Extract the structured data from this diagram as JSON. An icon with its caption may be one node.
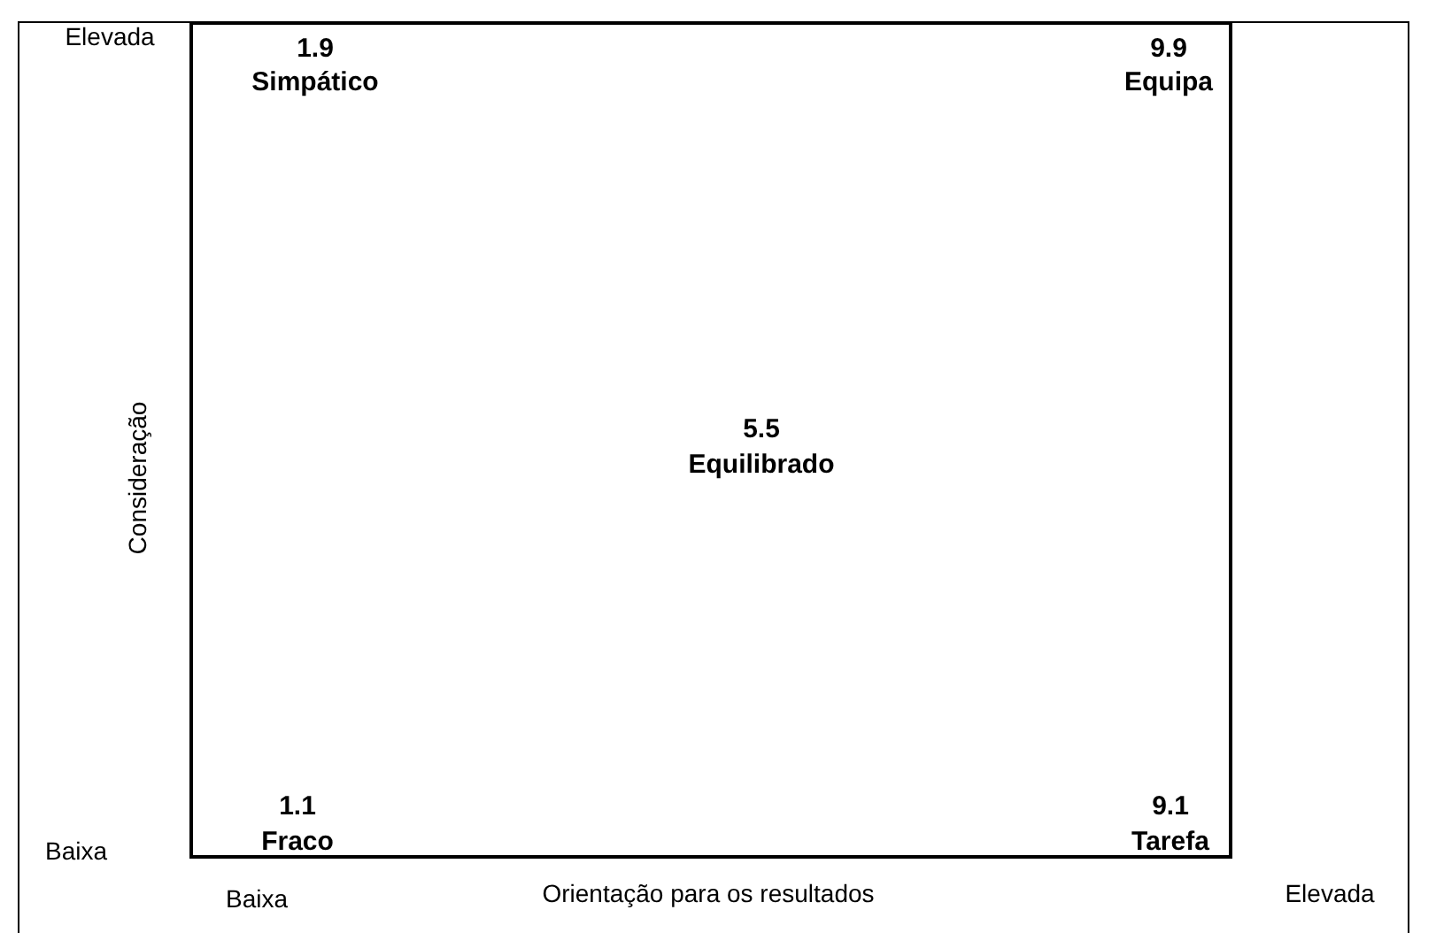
{
  "diagram": {
    "labels": [
      "Elevada",
      "1.9",
      "Simpático",
      "9.9",
      "Equipa",
      "Consideração",
      "5.5",
      "Equilibrado",
      "1.1",
      "Fraco",
      "9.1",
      "Tarefa",
      "Baixa",
      "Baixa",
      "Orientação para os resultados",
      "Elevada"
    ]
  }
}
